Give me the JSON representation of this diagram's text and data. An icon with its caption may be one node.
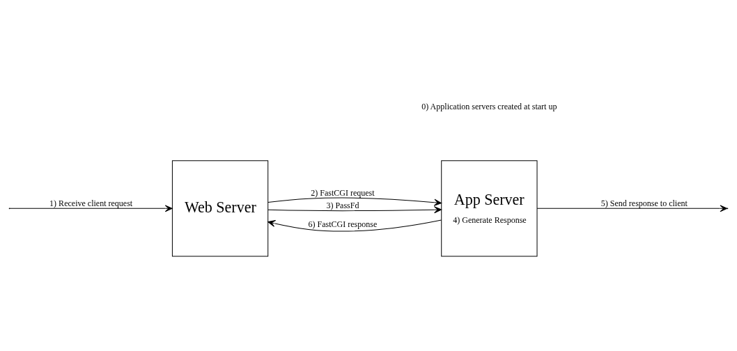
{
  "diagram": {
    "nodes": [
      {
        "text": [
          "Web Server"
        ]
      },
      {
        "text": [
          "App Server",
          "4) Generate Response"
        ]
      }
    ],
    "edges": [
      {
        "from": null,
        "to": 0,
        "arrow": "to",
        "label": "1) Receive client request"
      },
      {
        "from": 0,
        "to": 1,
        "arrow": "to",
        "label": "2) FastCGI request"
      },
      {
        "from": 0,
        "to": 1,
        "arrow": "to",
        "label": "3) PassFd"
      },
      {
        "from": 1,
        "to": null,
        "arrow": "to",
        "label": "5) Send response to client"
      },
      {
        "from": 1,
        "to": 0,
        "arrow": "to",
        "label": "6) FastCGI response"
      }
    ],
    "labels": [
      "0) Application servers created at start up"
    ]
  }
}
